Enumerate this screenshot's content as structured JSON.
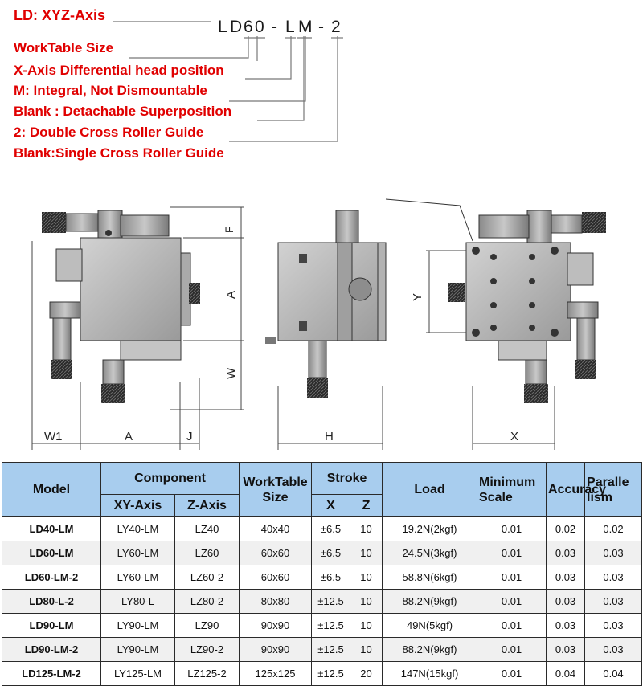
{
  "legend": {
    "title": "LD: XYZ-Axis",
    "lines": [
      "WorkTable Size",
      "X-Axis Differential head position",
      "M: Integral, Not Dismountable",
      "Blank : Detachable Superposition",
      "2: Double Cross Roller Guide",
      "Blank:Single Cross Roller Guide"
    ]
  },
  "model_code": {
    "parts": [
      "L",
      "D",
      "6",
      "0",
      "-",
      "L",
      "M",
      "-",
      "2"
    ]
  },
  "drawing_labels": {
    "F": "F",
    "A_side": "A",
    "W_side": "W",
    "W1": "W1",
    "A_bottom": "A",
    "J": "J",
    "H": "H",
    "Y": "Y",
    "X": "X"
  },
  "colors": {
    "legend_red": "#e00000",
    "table_header": "#a8cdee",
    "metal_light": "#b9b9b9",
    "metal_dark": "#2f2f2f"
  },
  "table": {
    "headers": {
      "model": "Model",
      "component": "Component",
      "xy_axis": "XY-Axis",
      "z_axis": "Z-Axis",
      "worktable_size": "WorkTable Size",
      "stroke": "Stroke",
      "x": "X",
      "z": "Z",
      "load": "Load",
      "minimum_scale": "Minimum Scale",
      "accuracy": "Accuracy",
      "parallelism": "Paralle lism"
    },
    "rows": [
      {
        "model": "LD40-LM",
        "xy": "LY40-LM",
        "z": "LZ40",
        "size": "40x40",
        "sx": "±6.5",
        "sz": "10",
        "load": "19.2N(2kgf)",
        "min": "0.01",
        "acc": "0.02",
        "par": "0.02"
      },
      {
        "model": "LD60-LM",
        "xy": "LY60-LM",
        "z": "LZ60",
        "size": "60x60",
        "sx": "±6.5",
        "sz": "10",
        "load": "24.5N(3kgf)",
        "min": "0.01",
        "acc": "0.03",
        "par": "0.03"
      },
      {
        "model": "LD60-LM-2",
        "xy": "LY60-LM",
        "z": "LZ60-2",
        "size": "60x60",
        "sx": "±6.5",
        "sz": "10",
        "load": "58.8N(6kgf)",
        "min": "0.01",
        "acc": "0.03",
        "par": "0.03"
      },
      {
        "model": "LD80-L-2",
        "xy": "LY80-L",
        "z": "LZ80-2",
        "size": "80x80",
        "sx": "±12.5",
        "sz": "10",
        "load": "88.2N(9kgf)",
        "min": "0.01",
        "acc": "0.03",
        "par": "0.03"
      },
      {
        "model": "LD90-LM",
        "xy": "LY90-LM",
        "z": "LZ90",
        "size": "90x90",
        "sx": "±12.5",
        "sz": "10",
        "load": "49N(5kgf)",
        "min": "0.01",
        "acc": "0.03",
        "par": "0.03"
      },
      {
        "model": "LD90-LM-2",
        "xy": "LY90-LM",
        "z": "LZ90-2",
        "size": "90x90",
        "sx": "±12.5",
        "sz": "10",
        "load": "88.2N(9kgf)",
        "min": "0.01",
        "acc": "0.03",
        "par": "0.03"
      },
      {
        "model": "LD125-LM-2",
        "xy": "LY125-LM",
        "z": "LZ125-2",
        "size": "125x125",
        "sx": "±12.5",
        "sz": "20",
        "load": "147N(15kgf)",
        "min": "0.01",
        "acc": "0.04",
        "par": "0.04"
      }
    ]
  }
}
